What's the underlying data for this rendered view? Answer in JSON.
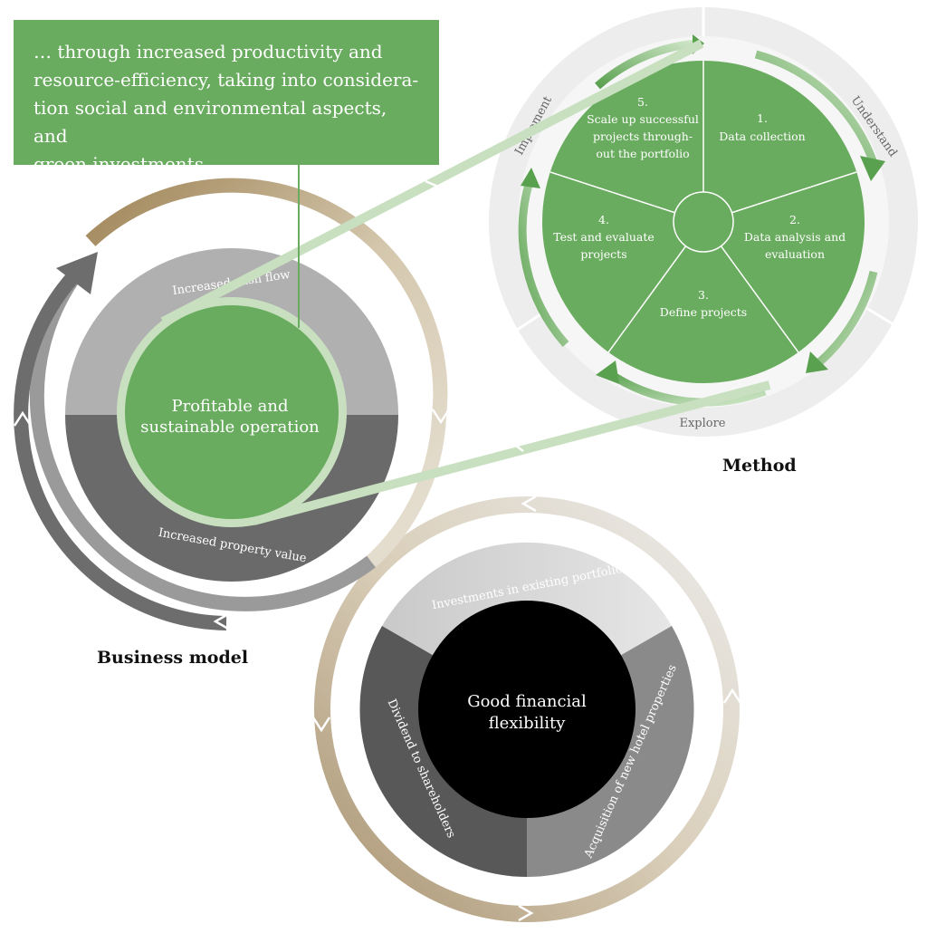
{
  "callout": {
    "line1": "… through increased productivity and",
    "line2": "resource-efficiency, taking into considera-",
    "line3": "tion social and environmental aspects, and",
    "line4": "green investments"
  },
  "business_model": {
    "label": "Business model",
    "center_line1": "Profitable and",
    "center_line2": "sustainable operation",
    "top_ring_text": "Increased cash flow",
    "bottom_ring_text": "Increased property value"
  },
  "method": {
    "label": "Method",
    "outer_labels": {
      "understand": "Understand",
      "implement": "Implement",
      "explore": "Explore"
    },
    "steps": [
      {
        "num": "1.",
        "lines": [
          "Data collection"
        ]
      },
      {
        "num": "2.",
        "lines": [
          "Data analysis and",
          "evaluation"
        ]
      },
      {
        "num": "3.",
        "lines": [
          "Define projects"
        ]
      },
      {
        "num": "4.",
        "lines": [
          "Test and evaluate",
          "projects"
        ]
      },
      {
        "num": "5.",
        "lines": [
          "Scale up successful",
          "projects through-",
          "out the portfolio"
        ]
      }
    ]
  },
  "financial": {
    "center_line1": "Good financial",
    "center_line2": "flexibility",
    "segments": {
      "top": "Investments in existing portfolio",
      "right": "Acquisition of new hotel properties",
      "left": "Dividend to shareholders"
    }
  },
  "colors": {
    "green": "#6aac5f",
    "light_green": "#b9d9b0",
    "tan": "#b5a07c",
    "dark_grey": "#6a6a6a",
    "mid_grey": "#888888",
    "light_grey": "#b0b0b0",
    "black": "#000000"
  }
}
